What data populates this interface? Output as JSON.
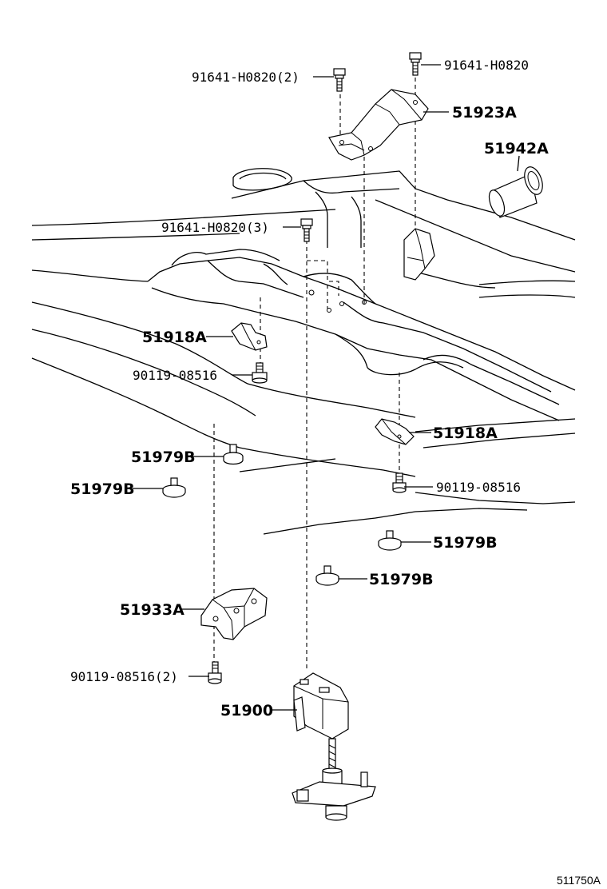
{
  "labels": {
    "bolt_top_left": "91641-H0820(2)",
    "bolt_top_right": "91641-H0820",
    "bracket_upper": "51923A",
    "cap_51942": "51942A",
    "bolt_mid": "91641-H0820(3)",
    "clip_left": "51918A",
    "bolt_90119_left": "90119-08516",
    "clip_right": "51918A",
    "bushing_1": "51979B",
    "bushing_2": "51979B",
    "bolt_90119_right": "90119-08516",
    "bushing_3": "51979B",
    "bushing_4": "51979B",
    "bracket_51933": "51933A",
    "bolt_90119_bottom": "90119-08516(2)",
    "carrier": "51900"
  },
  "reference_code": "511750A"
}
